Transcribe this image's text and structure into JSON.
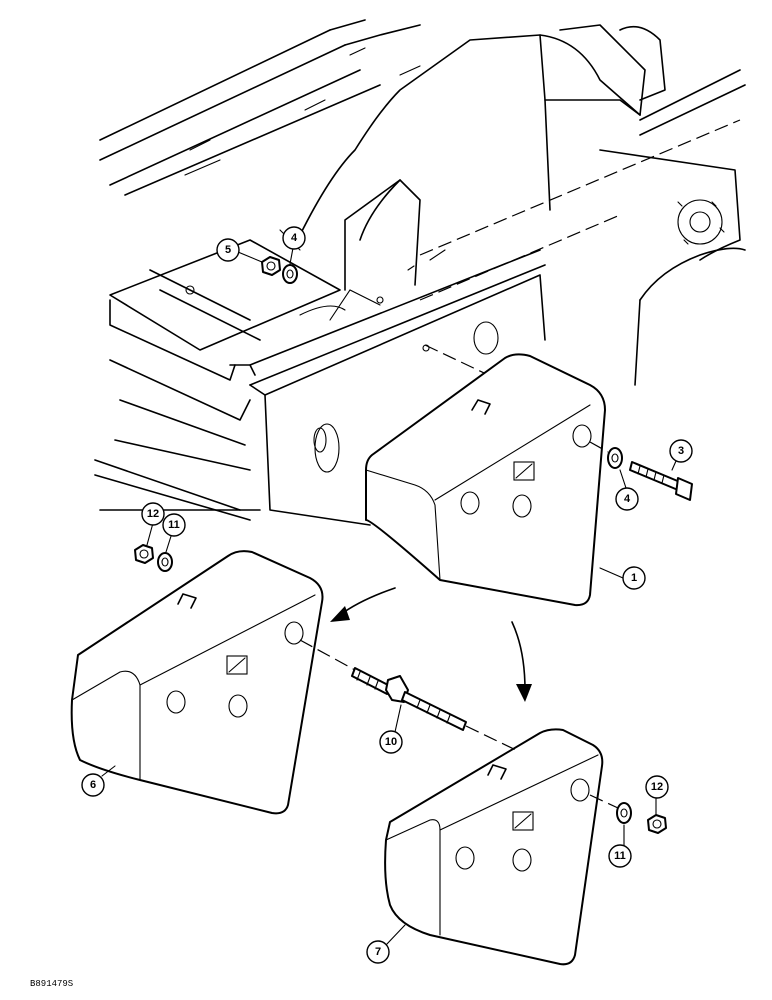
{
  "callouts": {
    "c1": "1",
    "c3": "3",
    "c4a": "4",
    "c4b": "4",
    "c5": "5",
    "c6": "6",
    "c7": "7",
    "c10": "10",
    "c11a": "11",
    "c11b": "11",
    "c12a": "12",
    "c12b": "12"
  },
  "figure_code": "B891479S"
}
